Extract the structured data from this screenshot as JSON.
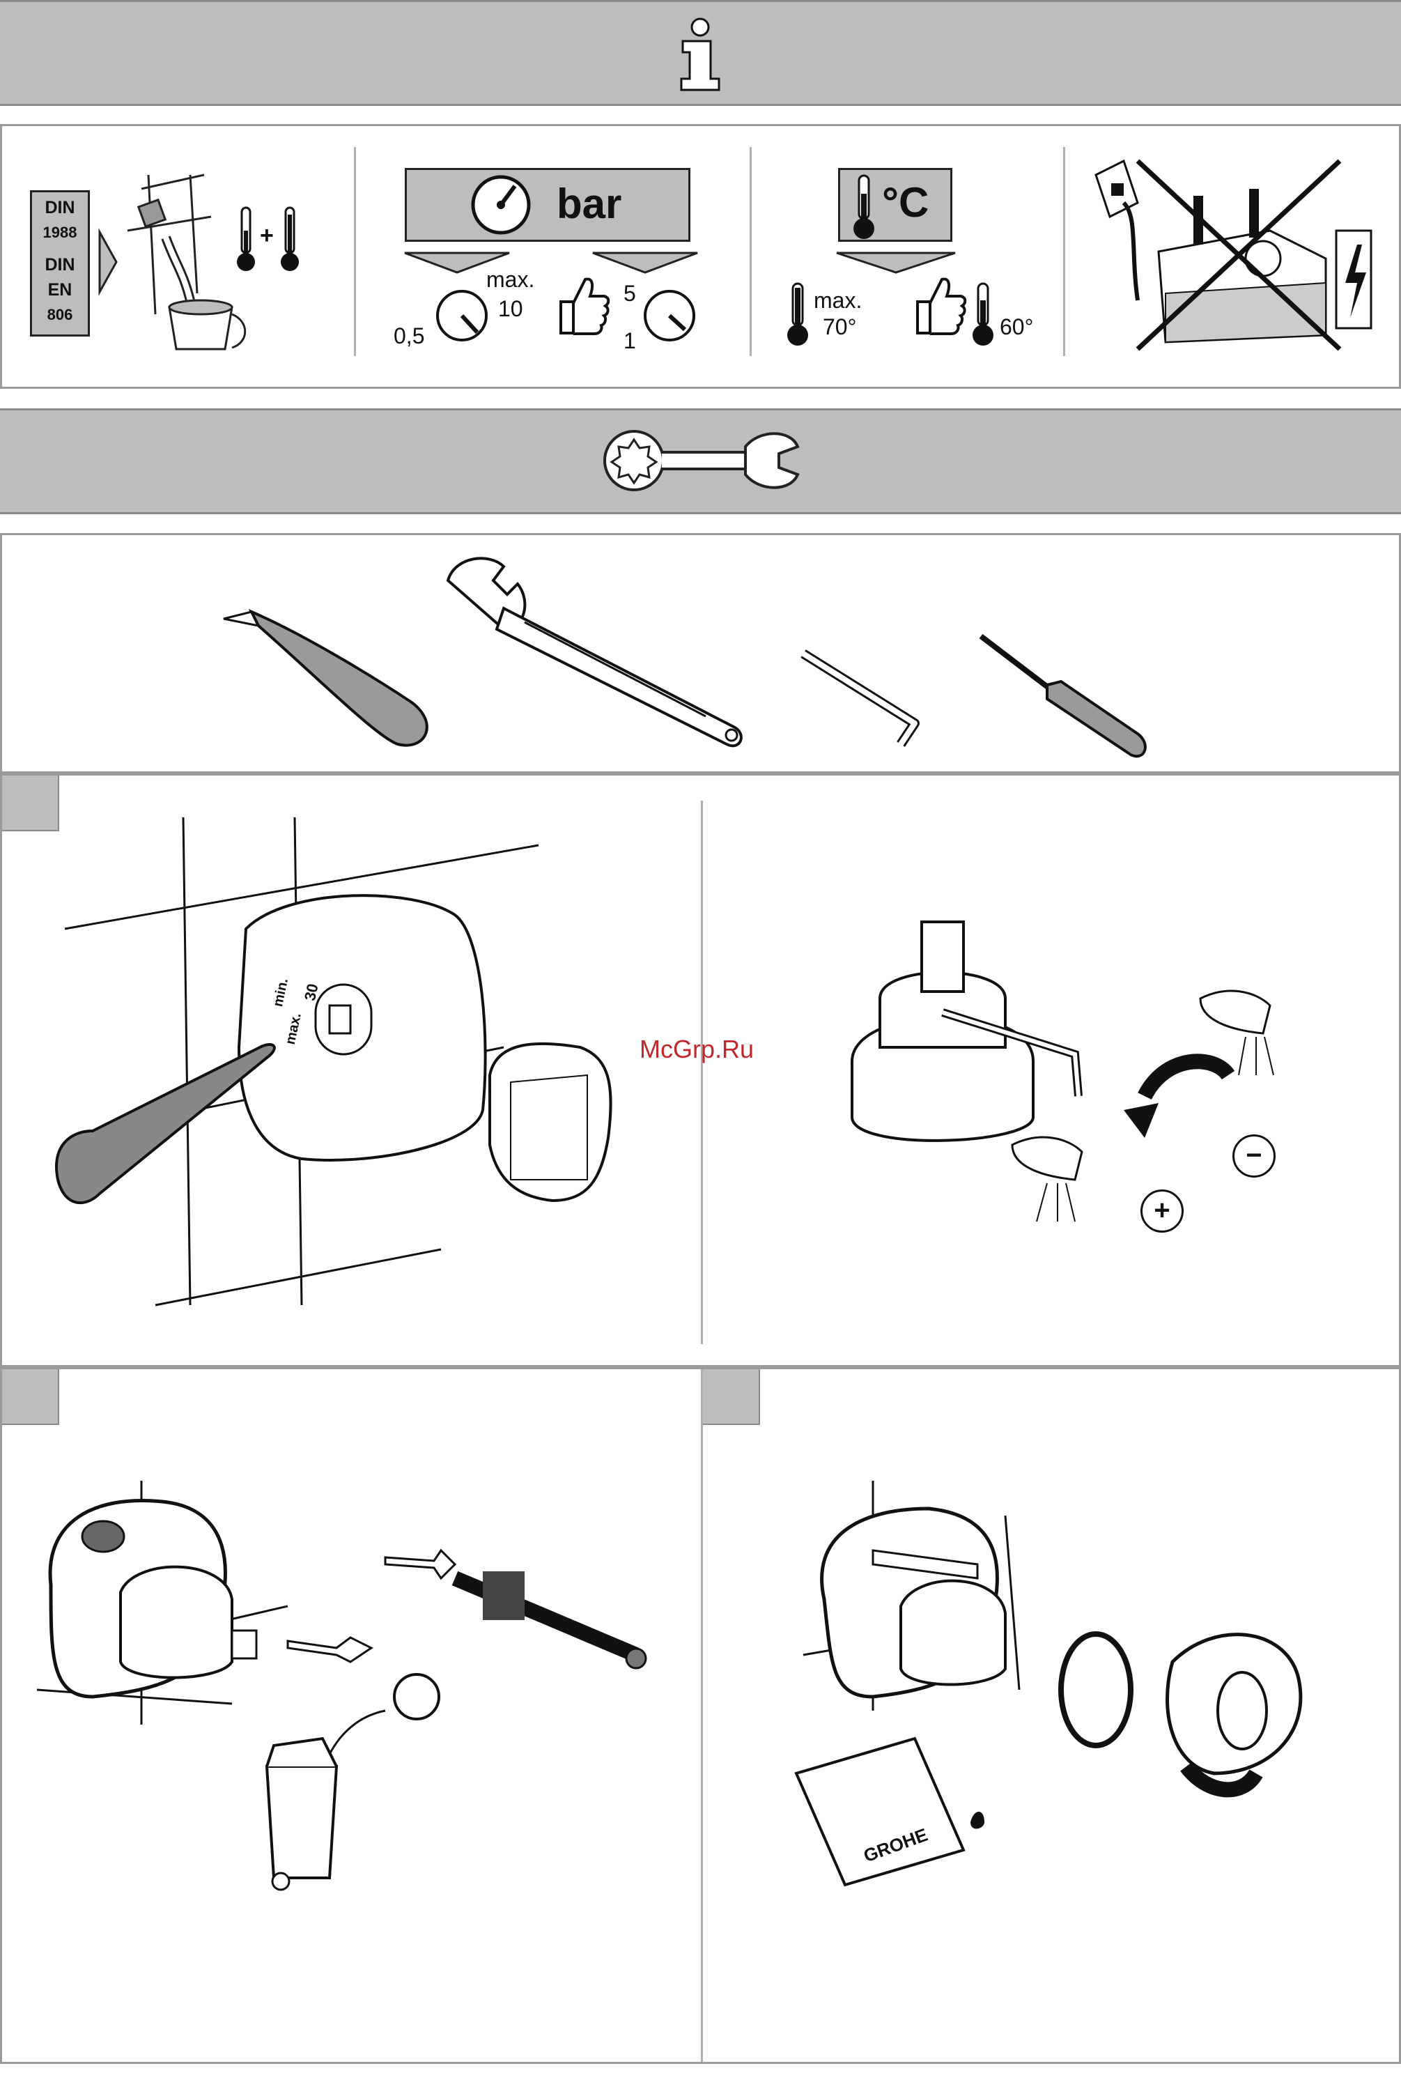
{
  "info_section": {
    "icon": "info-icon",
    "din": {
      "line1": "DIN",
      "line2": "1988",
      "line3": "DIN",
      "line4": "EN",
      "line5": "806"
    },
    "flush_plus": "+",
    "pressure": {
      "unit": "bar",
      "max_label": "max.",
      "max_value": "10",
      "min_value": "0,5",
      "recommended_high": "5",
      "recommended_low": "1"
    },
    "temperature": {
      "unit": "°C",
      "max_label": "max.",
      "max_value": "70°",
      "recommended": "60°"
    }
  },
  "tools_section": {
    "icon": "wrench-icon",
    "tools": [
      "utility-knife-icon",
      "adjustable-wrench-icon",
      "allen-key-icon",
      "screwdriver-icon"
    ]
  },
  "steps": {
    "step2": {
      "plus": "+",
      "minus": "−"
    },
    "watermark": "McGrp.Ru",
    "step1_labels": {
      "max": "max.",
      "mark": "30",
      "min": "min."
    },
    "grohe_logo": "GROHE"
  },
  "colors": {
    "band": "#bdbdbd",
    "border": "#9a9a9a",
    "watermark": "#c0282d"
  }
}
